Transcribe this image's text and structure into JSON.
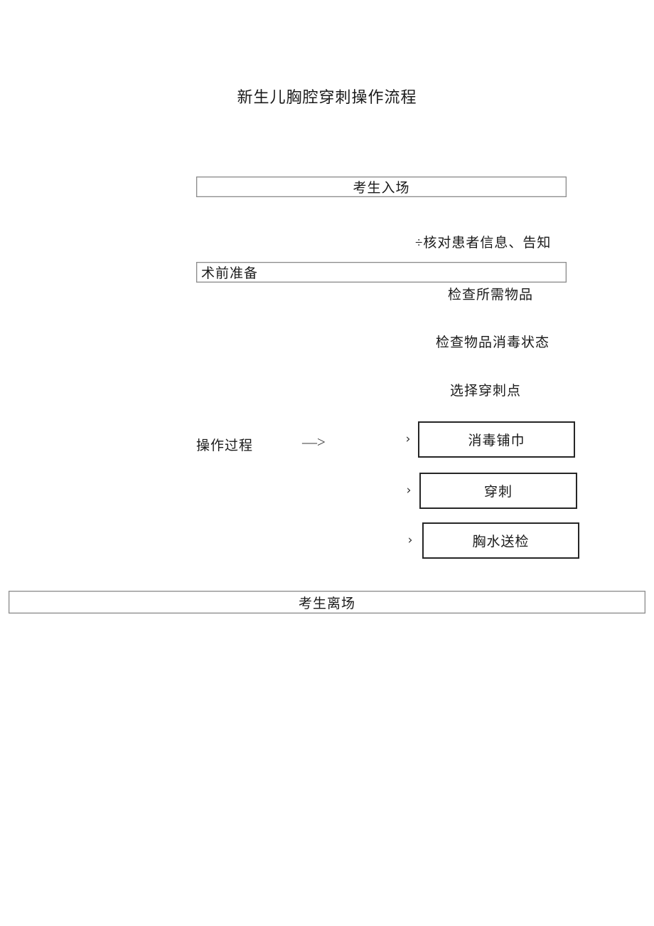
{
  "document": {
    "title": "新生儿胸腔穿刺操作流程"
  },
  "flow": {
    "entry_box": "考生入场",
    "prep_box": "术前准备",
    "exit_box": "考生离场",
    "prep_steps": [
      "÷核对患者信息、告知",
      "检查所需物品",
      "检查物品消毒状态",
      "选择穿刺点"
    ],
    "process_label": "操作过程",
    "process_arrow": "—>",
    "process_steps": [
      "消毒铺巾",
      "穿刺",
      "胸水送检"
    ],
    "step_arrow": "›"
  }
}
